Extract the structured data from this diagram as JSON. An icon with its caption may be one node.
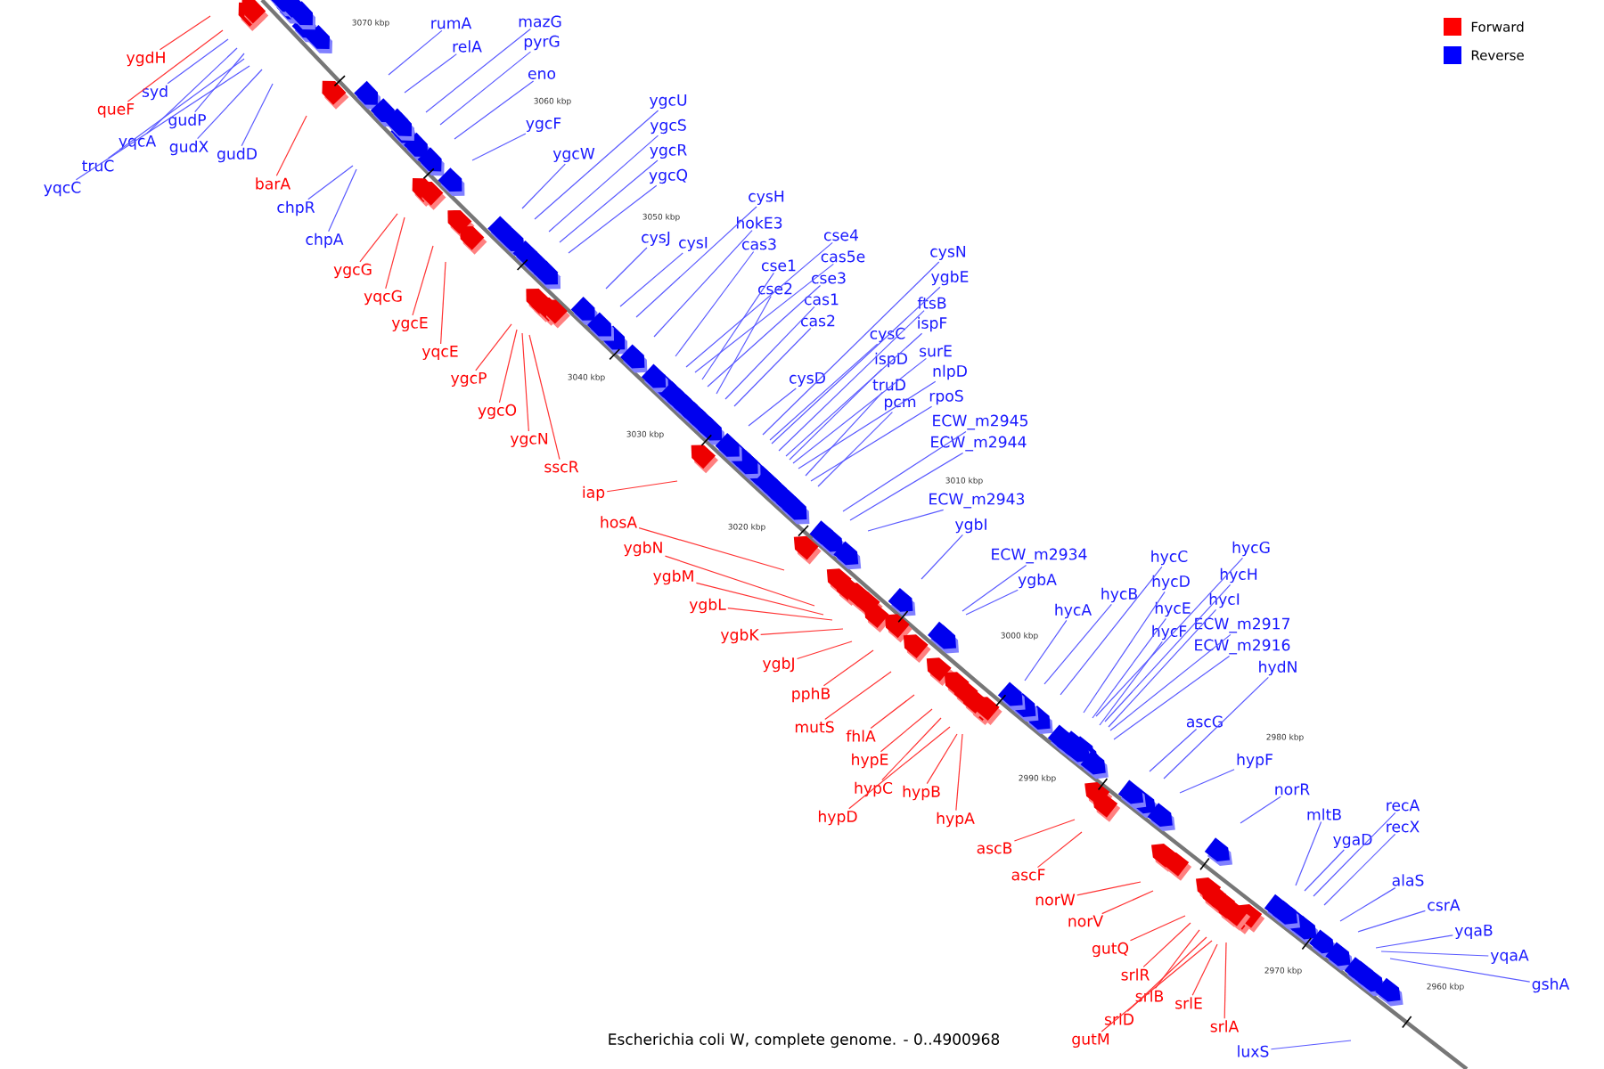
{
  "diagram": {
    "caption": "Escherichia coli W, complete genome. - 0..4900968",
    "nodes": [
      {
        "text": [
          "ygdH"
        ]
      },
      {
        "text": [
          "rumA"
        ]
      },
      {
        "text": [
          "mazG"
        ]
      },
      {
        "text": [
          "relA"
        ]
      },
      {
        "text": [
          "pyrG"
        ]
      },
      {
        "text": [
          "queF"
        ]
      },
      {
        "text": [
          "syd"
        ]
      },
      {
        "text": [
          "eno"
        ]
      },
      {
        "text": [
          "gudP"
        ]
      },
      {
        "text": [
          "ygcF"
        ]
      },
      {
        "text": [
          "yqcA"
        ]
      },
      {
        "text": [
          "gudX"
        ]
      },
      {
        "text": [
          "gudD"
        ]
      },
      {
        "text": [
          "truC"
        ]
      },
      {
        "text": [
          "ygcW"
        ]
      },
      {
        "text": [
          "ygcU"
        ]
      },
      {
        "text": [
          "ygcS"
        ]
      },
      {
        "text": [
          "ygcR"
        ]
      },
      {
        "text": [
          "ygcQ"
        ]
      },
      {
        "text": [
          "barA"
        ]
      },
      {
        "text": [
          "yqcC"
        ]
      },
      {
        "text": [
          "chpR"
        ]
      },
      {
        "text": [
          "chpA"
        ]
      },
      {
        "text": [
          "cysH"
        ]
      },
      {
        "text": [
          "hokE3"
        ]
      },
      {
        "text": [
          "cse4"
        ]
      },
      {
        "text": [
          "cysJ"
        ]
      },
      {
        "text": [
          "cysI"
        ]
      },
      {
        "text": [
          "cas3"
        ]
      },
      {
        "text": [
          "cysN"
        ]
      },
      {
        "text": [
          "cas5e"
        ]
      },
      {
        "text": [
          "cse1"
        ]
      },
      {
        "text": [
          "ygcG"
        ]
      },
      {
        "text": [
          "cse3"
        ]
      },
      {
        "text": [
          "ygbE"
        ]
      },
      {
        "text": [
          "cse2"
        ]
      },
      {
        "text": [
          "cas1"
        ]
      },
      {
        "text": [
          "yqcG"
        ]
      },
      {
        "text": [
          "ftsB"
        ]
      },
      {
        "text": [
          "cas2"
        ]
      },
      {
        "text": [
          "ygcE"
        ]
      },
      {
        "text": [
          "ispF"
        ]
      },
      {
        "text": [
          "cysC"
        ]
      },
      {
        "text": [
          "surE"
        ]
      },
      {
        "text": [
          "yqcE"
        ]
      },
      {
        "text": [
          "ispD"
        ]
      },
      {
        "text": [
          "nlpD"
        ]
      },
      {
        "text": [
          "ygcP"
        ]
      },
      {
        "text": [
          "cysD"
        ]
      },
      {
        "text": [
          "truD"
        ]
      },
      {
        "text": [
          "rpoS"
        ]
      },
      {
        "text": [
          "pcm"
        ]
      },
      {
        "text": [
          "ygcO"
        ]
      },
      {
        "text": [
          "ECW_m2945"
        ]
      },
      {
        "text": [
          "ygcN"
        ]
      },
      {
        "text": [
          "ECW_m2944"
        ]
      },
      {
        "text": [
          "sscR"
        ]
      },
      {
        "text": [
          "iap"
        ]
      },
      {
        "text": [
          "ECW_m2943"
        ]
      },
      {
        "text": [
          "hosA"
        ]
      },
      {
        "text": [
          "ygbI"
        ]
      },
      {
        "text": [
          "ygbN"
        ]
      },
      {
        "text": [
          "hycC"
        ]
      },
      {
        "text": [
          "hycG"
        ]
      },
      {
        "text": [
          "ECW_m2934"
        ]
      },
      {
        "text": [
          "ygbM"
        ]
      },
      {
        "text": [
          "hycH"
        ]
      },
      {
        "text": [
          "ygbA"
        ]
      },
      {
        "text": [
          "hycD"
        ]
      },
      {
        "text": [
          "hycB"
        ]
      },
      {
        "text": [
          "hycI"
        ]
      },
      {
        "text": [
          "ygbL"
        ]
      },
      {
        "text": [
          "hycE"
        ]
      },
      {
        "text": [
          "hycA"
        ]
      },
      {
        "text": [
          "ECW_m2917"
        ]
      },
      {
        "text": [
          "hycF"
        ]
      },
      {
        "text": [
          "ygbK"
        ]
      },
      {
        "text": [
          "ECW_m2916"
        ]
      },
      {
        "text": [
          "ygbJ"
        ]
      },
      {
        "text": [
          "hydN"
        ]
      },
      {
        "text": [
          "pphB"
        ]
      },
      {
        "text": [
          "ascG"
        ]
      },
      {
        "text": [
          "mutS"
        ]
      },
      {
        "text": [
          "fhlA"
        ]
      },
      {
        "text": [
          "hypE"
        ]
      },
      {
        "text": [
          "hypF"
        ]
      },
      {
        "text": [
          "norR"
        ]
      },
      {
        "text": [
          "hypC"
        ]
      },
      {
        "text": [
          "hypB"
        ]
      },
      {
        "text": [
          "recA"
        ]
      },
      {
        "text": [
          "mltB"
        ]
      },
      {
        "text": [
          "hypD"
        ]
      },
      {
        "text": [
          "hypA"
        ]
      },
      {
        "text": [
          "recX"
        ]
      },
      {
        "text": [
          "ygaD"
        ]
      },
      {
        "text": [
          "ascB"
        ]
      },
      {
        "text": [
          "ascF"
        ]
      },
      {
        "text": [
          "alaS"
        ]
      },
      {
        "text": [
          "norW"
        ]
      },
      {
        "text": [
          "csrA"
        ]
      },
      {
        "text": [
          "norV"
        ]
      },
      {
        "text": [
          "yqaB"
        ]
      },
      {
        "text": [
          "gutQ"
        ]
      },
      {
        "text": [
          "yqaA"
        ]
      },
      {
        "text": [
          "srlR"
        ]
      },
      {
        "text": [
          "gshA"
        ]
      },
      {
        "text": [
          "srlB"
        ]
      },
      {
        "text": [
          "srlE"
        ]
      },
      {
        "text": [
          "srlD"
        ]
      },
      {
        "text": [
          "srlA"
        ]
      },
      {
        "text": [
          "gutM"
        ]
      },
      {
        "text": [
          "luxS"
        ]
      }
    ],
    "edges": [
      {
        "from": 0,
        "to": null,
        "arrow": "none",
        "color": "#ff3333"
      },
      {
        "from": 1,
        "to": null,
        "arrow": "none"
      },
      {
        "from": 2,
        "to": null,
        "arrow": "none"
      },
      {
        "from": 3,
        "to": null,
        "arrow": "none"
      },
      {
        "from": 4,
        "to": null,
        "arrow": "none"
      },
      {
        "from": 5,
        "to": null,
        "arrow": "none",
        "color": "#ff3333"
      },
      {
        "from": 6,
        "to": null,
        "arrow": "none"
      },
      {
        "from": 7,
        "to": null,
        "arrow": "none"
      },
      {
        "from": 8,
        "to": null,
        "arrow": "none"
      },
      {
        "from": 9,
        "to": null,
        "arrow": "none"
      },
      {
        "from": 10,
        "to": null,
        "arrow": "none"
      },
      {
        "from": 11,
        "to": null,
        "arrow": "none"
      },
      {
        "from": 12,
        "to": null,
        "arrow": "none"
      },
      {
        "from": 13,
        "to": null,
        "arrow": "none"
      },
      {
        "from": 14,
        "to": null,
        "arrow": "none"
      },
      {
        "from": 15,
        "to": null,
        "arrow": "none"
      },
      {
        "from": 16,
        "to": null,
        "arrow": "none"
      },
      {
        "from": 17,
        "to": null,
        "arrow": "none"
      },
      {
        "from": 18,
        "to": null,
        "arrow": "none"
      },
      {
        "from": 19,
        "to": null,
        "arrow": "none",
        "color": "#ff3333"
      },
      {
        "from": 20,
        "to": null,
        "arrow": "none"
      },
      {
        "from": 21,
        "to": null,
        "arrow": "none"
      },
      {
        "from": 22,
        "to": null,
        "arrow": "none"
      },
      {
        "from": 23,
        "to": null,
        "arrow": "none"
      },
      {
        "from": 24,
        "to": null,
        "arrow": "none"
      },
      {
        "from": 25,
        "to": null,
        "arrow": "none"
      },
      {
        "from": 26,
        "to": null,
        "arrow": "none"
      },
      {
        "from": 27,
        "to": null,
        "arrow": "none"
      },
      {
        "from": 28,
        "to": null,
        "arrow": "none"
      },
      {
        "from": 29,
        "to": null,
        "arrow": "none"
      },
      {
        "from": 30,
        "to": null,
        "arrow": "none"
      },
      {
        "from": 31,
        "to": null,
        "arrow": "none"
      },
      {
        "from": 32,
        "to": null,
        "arrow": "none",
        "color": "#ff3333"
      },
      {
        "from": 33,
        "to": null,
        "arrow": "none"
      },
      {
        "from": 34,
        "to": null,
        "arrow": "none"
      },
      {
        "from": 35,
        "to": null,
        "arrow": "none"
      },
      {
        "from": 36,
        "to": null,
        "arrow": "none"
      },
      {
        "from": 37,
        "to": null,
        "arrow": "none",
        "color": "#ff3333"
      },
      {
        "from": 38,
        "to": null,
        "arrow": "none"
      },
      {
        "from": 39,
        "to": null,
        "arrow": "none"
      },
      {
        "from": 40,
        "to": null,
        "arrow": "none",
        "color": "#ff3333"
      },
      {
        "from": 41,
        "to": null,
        "arrow": "none"
      },
      {
        "from": 42,
        "to": null,
        "arrow": "none"
      },
      {
        "from": 43,
        "to": null,
        "arrow": "none"
      },
      {
        "from": 44,
        "to": null,
        "arrow": "none",
        "color": "#ff3333"
      },
      {
        "from": 45,
        "to": null,
        "arrow": "none"
      },
      {
        "from": 46,
        "to": null,
        "arrow": "none"
      },
      {
        "from": 47,
        "to": null,
        "arrow": "none",
        "color": "#ff3333"
      },
      {
        "from": 48,
        "to": null,
        "arrow": "none"
      },
      {
        "from": 49,
        "to": null,
        "arrow": "none"
      },
      {
        "from": 50,
        "to": null,
        "arrow": "none"
      },
      {
        "from": 51,
        "to": null,
        "arrow": "none"
      },
      {
        "from": 52,
        "to": null,
        "arrow": "none",
        "color": "#ff3333"
      },
      {
        "from": 53,
        "to": null,
        "arrow": "none"
      },
      {
        "from": 54,
        "to": null,
        "arrow": "none",
        "color": "#ff3333"
      },
      {
        "from": 55,
        "to": null,
        "arrow": "none"
      },
      {
        "from": 56,
        "to": null,
        "arrow": "none",
        "color": "#ff3333"
      },
      {
        "from": 57,
        "to": null,
        "arrow": "none",
        "color": "#ff3333"
      },
      {
        "from": 58,
        "to": null,
        "arrow": "none"
      },
      {
        "from": 59,
        "to": null,
        "arrow": "none",
        "color": "#ff3333"
      },
      {
        "from": 60,
        "to": null,
        "arrow": "none"
      },
      {
        "from": 61,
        "to": null,
        "arrow": "none",
        "color": "#ff3333"
      },
      {
        "from": 62,
        "to": null,
        "arrow": "none"
      },
      {
        "from": 63,
        "to": null,
        "arrow": "none"
      },
      {
        "from": 64,
        "to": null,
        "arrow": "none"
      },
      {
        "from": 65,
        "to": null,
        "arrow": "none",
        "color": "#ff3333"
      },
      {
        "from": 66,
        "to": null,
        "arrow": "none"
      },
      {
        "from": 67,
        "to": null,
        "arrow": "none"
      },
      {
        "from": 68,
        "to": null,
        "arrow": "none"
      },
      {
        "from": 69,
        "to": null,
        "arrow": "none"
      },
      {
        "from": 70,
        "to": null,
        "arrow": "none"
      },
      {
        "from": 71,
        "to": null,
        "arrow": "none",
        "color": "#ff3333"
      },
      {
        "from": 72,
        "to": null,
        "arrow": "none"
      },
      {
        "from": 73,
        "to": null,
        "arrow": "none"
      },
      {
        "from": 74,
        "to": null,
        "arrow": "none"
      },
      {
        "from": 75,
        "to": null,
        "arrow": "none"
      },
      {
        "from": 76,
        "to": null,
        "arrow": "none",
        "color": "#ff3333"
      },
      {
        "from": 77,
        "to": null,
        "arrow": "none"
      },
      {
        "from": 78,
        "to": null,
        "arrow": "none",
        "color": "#ff3333"
      },
      {
        "from": 79,
        "to": null,
        "arrow": "none"
      },
      {
        "from": 80,
        "to": null,
        "arrow": "none",
        "color": "#ff3333"
      },
      {
        "from": 81,
        "to": null,
        "arrow": "none"
      },
      {
        "from": 82,
        "to": null,
        "arrow": "none",
        "color": "#ff3333"
      },
      {
        "from": 83,
        "to": null,
        "arrow": "none",
        "color": "#ff3333"
      },
      {
        "from": 84,
        "to": null,
        "arrow": "none",
        "color": "#ff3333"
      },
      {
        "from": 85,
        "to": null,
        "arrow": "none"
      },
      {
        "from": 86,
        "to": null,
        "arrow": "none"
      },
      {
        "from": 87,
        "to": null,
        "arrow": "none",
        "color": "#ff3333"
      },
      {
        "from": 88,
        "to": null,
        "arrow": "none",
        "color": "#ff3333"
      },
      {
        "from": 89,
        "to": null,
        "arrow": "none"
      },
      {
        "from": 90,
        "to": null,
        "arrow": "none"
      },
      {
        "from": 91,
        "to": null,
        "arrow": "none",
        "color": "#ff3333"
      },
      {
        "from": 92,
        "to": null,
        "arrow": "none",
        "color": "#ff3333"
      },
      {
        "from": 93,
        "to": null,
        "arrow": "none"
      },
      {
        "from": 94,
        "to": null,
        "arrow": "none"
      },
      {
        "from": 95,
        "to": null,
        "arrow": "none",
        "color": "#ff3333"
      },
      {
        "from": 96,
        "to": null,
        "arrow": "none",
        "color": "#ff3333"
      },
      {
        "from": 97,
        "to": null,
        "arrow": "none"
      },
      {
        "from": 98,
        "to": null,
        "arrow": "none",
        "color": "#ff3333"
      },
      {
        "from": 99,
        "to": null,
        "arrow": "none"
      },
      {
        "from": 100,
        "to": null,
        "arrow": "none",
        "color": "#ff3333"
      },
      {
        "from": 101,
        "to": null,
        "arrow": "none"
      },
      {
        "from": 102,
        "to": null,
        "arrow": "none",
        "color": "#ff3333"
      },
      {
        "from": 103,
        "to": null,
        "arrow": "none"
      },
      {
        "from": 104,
        "to": null,
        "arrow": "none",
        "color": "#ff3333"
      },
      {
        "from": 105,
        "to": null,
        "arrow": "none"
      },
      {
        "from": 106,
        "to": null,
        "arrow": "none",
        "color": "#ff3333"
      },
      {
        "from": 107,
        "to": null,
        "arrow": "none",
        "color": "#ff3333"
      },
      {
        "from": 108,
        "to": null,
        "arrow": "none",
        "color": "#ff3333"
      },
      {
        "from": 109,
        "to": null,
        "arrow": "none",
        "color": "#ff3333"
      },
      {
        "from": 110,
        "to": null,
        "arrow": "none",
        "color": "#ff3333"
      },
      {
        "from": 111,
        "to": null,
        "arrow": "none"
      }
    ],
    "labels": [
      "3070 kbp",
      "3060 kbp",
      "3050 kbp",
      "3040 kbp",
      "3030 kbp",
      "3020 kbp",
      "3010 kbp",
      "3000 kbp",
      "2990 kbp",
      "2980 kbp",
      "2970 kbp",
      "2960 kbp"
    ],
    "legend": [
      {
        "text": "Forward",
        "color": "#ff0000"
      },
      {
        "text": "Reverse",
        "color": "#0000ff"
      }
    ]
  }
}
